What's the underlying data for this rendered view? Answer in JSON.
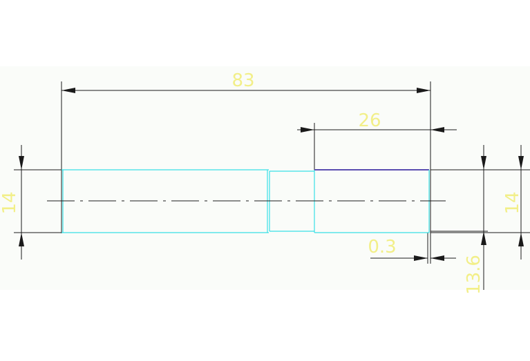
{
  "drawing": {
    "dimensions": {
      "overall_length": "83",
      "right_section_length": "26",
      "left_diameter": "14",
      "right_diameter": "14",
      "groove_offset": "0.3",
      "groove_diameter": "13.6"
    },
    "colors": {
      "background": "#ffffff",
      "drawing_area": "#fafcf9",
      "dimension_line": "#1a1a1a",
      "dimension_text": "#f2ef88",
      "outline_cyan": "#37e0e6",
      "top_edge_purple": "#5a4db0"
    }
  }
}
